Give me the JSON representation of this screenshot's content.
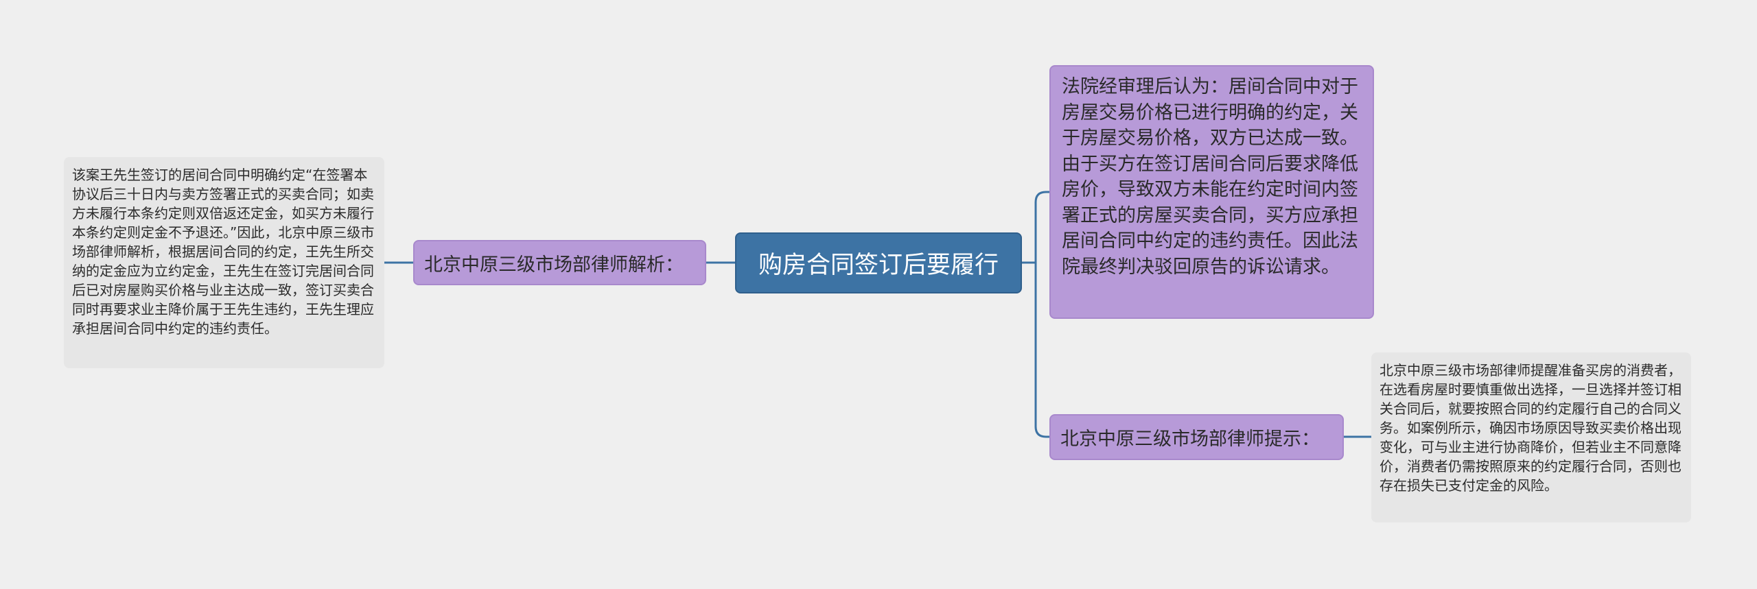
{
  "root": {
    "title": "购房合同签订后要履行"
  },
  "left_branch": {
    "label": "北京中原三级市场部律师解析：",
    "detail": "该案王先生签订的居间合同中明确约定“在签署本协议后三十日内与卖方签署正式的买卖合同；如卖方未履行本条约定则双倍返还定金，如买方未履行本条约定则定金不予退还。”因此，北京中原三级市场部律师解析，根据居间合同的约定，王先生所交纳的定金应为立约定金，王先生在签订完居间合同后已对房屋购买价格与业主达成一致，签订买卖合同时再要求业主降价属于王先生违约，王先生理应承担居间合同中约定的违约责任。"
  },
  "right_branches": [
    {
      "text": "法院经审理后认为：居间合同中对于房屋交易价格已进行明确的约定，关于房屋交易价格，双方已达成一致。由于买方在签订居间合同后要求降低房价，导致双方未能在约定时间内签署正式的房屋买卖合同，买方应承担居间合同中约定的违约责任。因此法院最终判决驳回原告的诉讼请求。"
    },
    {
      "label": "北京中原三级市场部律师提示：",
      "detail": "北京中原三级市场部律师提醒准备买房的消费者，在选看房屋时要慎重做出选择，一旦选择并签订相关合同后，就要按照合同的约定履行自己的合同义务。如案例所示，确因市场原因导致买卖价格出现变化，可与业主进行协商降价，但若业主不同意降价，消费者仍需按照原来的约定履行合同，否则也存在损失已支付定金的风险。"
    }
  ],
  "colors": {
    "background": "#efefef",
    "root_fill": "#3d73a4",
    "branch_fill": "#b79ad8",
    "leaf_fill": "#e6e6e6",
    "connector": "#3d73a4"
  }
}
